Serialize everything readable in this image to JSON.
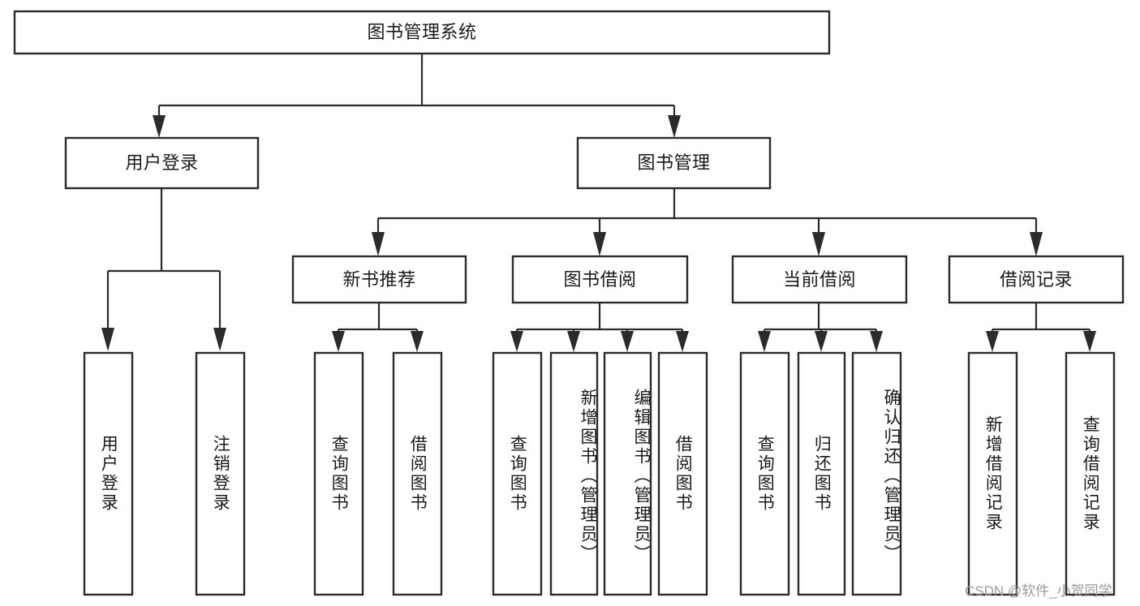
{
  "diagram": {
    "type": "tree",
    "title": "图书管理系统",
    "watermark": "CSDN @软件_小贺同学",
    "colors": {
      "box_stroke": "#2b2b2b",
      "box_fill": "#ffffff",
      "connector": "#2b2b2b",
      "text": "#1a1a1a",
      "watermark": "#9a9a9a",
      "background": "#ffffff"
    },
    "levels": {
      "root": {
        "label": "图书管理系统",
        "orientation": "horizontal"
      },
      "level2": [
        {
          "label": "用户登录",
          "orientation": "horizontal"
        },
        {
          "label": "图书管理",
          "orientation": "horizontal"
        }
      ],
      "level3": [
        {
          "label": "新书推荐",
          "orientation": "horizontal"
        },
        {
          "label": "图书借阅",
          "orientation": "horizontal"
        },
        {
          "label": "当前借阅",
          "orientation": "horizontal"
        },
        {
          "label": "借阅记录",
          "orientation": "horizontal"
        }
      ],
      "leaves": [
        {
          "label": "用户登录",
          "orientation": "vertical",
          "parent": "用户登录"
        },
        {
          "label": "注销登录",
          "orientation": "vertical",
          "parent": "用户登录"
        },
        {
          "label": "查询图书",
          "orientation": "vertical",
          "parent": "新书推荐"
        },
        {
          "label": "借阅图书",
          "orientation": "vertical",
          "parent": "新书推荐"
        },
        {
          "label": "查询图书",
          "orientation": "vertical",
          "parent": "图书借阅"
        },
        {
          "label": "新增图书（管理员）",
          "orientation": "vertical",
          "parent": "图书借阅"
        },
        {
          "label": "编辑图书（管理员）",
          "orientation": "vertical",
          "parent": "图书借阅"
        },
        {
          "label": "借阅图书",
          "orientation": "vertical",
          "parent": "图书借阅"
        },
        {
          "label": "查询图书",
          "orientation": "vertical",
          "parent": "当前借阅"
        },
        {
          "label": "归还图书",
          "orientation": "vertical",
          "parent": "当前借阅"
        },
        {
          "label": "确认归还（管理员）",
          "orientation": "vertical",
          "parent": "当前借阅"
        },
        {
          "label": "新增借阅记录",
          "orientation": "vertical",
          "parent": "借阅记录"
        },
        {
          "label": "查询借阅记录",
          "orientation": "vertical",
          "parent": "借阅记录"
        }
      ]
    }
  }
}
